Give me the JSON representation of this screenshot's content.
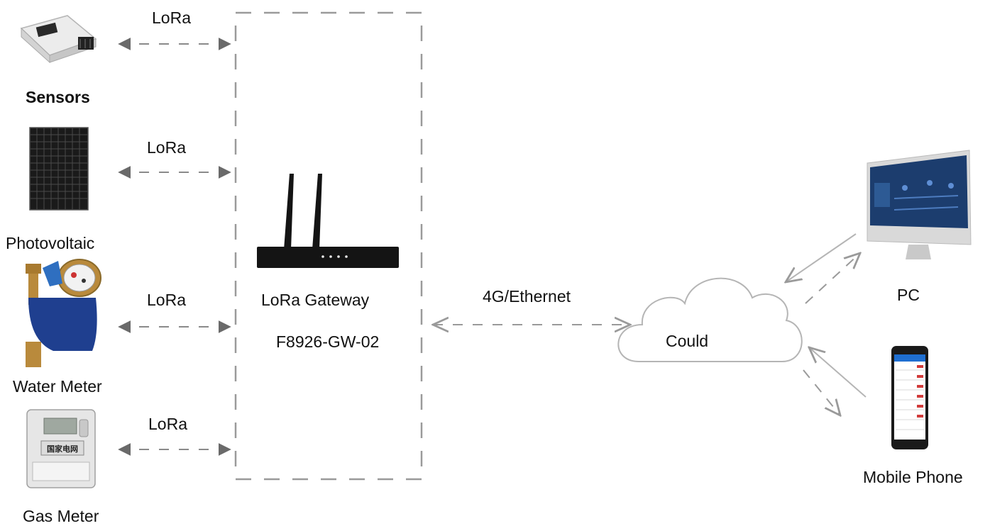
{
  "devices": {
    "sensors": "Sensors",
    "photovoltaic": "Photovoltaic",
    "water_meter": "Water Meter",
    "gas_meter": "Gas Meter",
    "gas_meter_panel_text": "国家电网"
  },
  "links": {
    "sensors": "LoRa",
    "photovoltaic": "LoRa",
    "water_meter": "LoRa",
    "gas_meter": "LoRa",
    "uplink": "4G/Ethernet"
  },
  "gateway": {
    "name": "LoRa Gateway",
    "model": "F8926-GW-02"
  },
  "cloud": {
    "label": "Could"
  },
  "clients": {
    "pc": "PC",
    "mobile": "Mobile Phone"
  },
  "colors": {
    "dash": "#9a9a9a",
    "arrow": "#8a8a8a",
    "gateway_body": "#141414",
    "solar_cell": "#1a1a1a",
    "meter_blue": "#1f3f8f",
    "brass": "#b98a3c"
  }
}
